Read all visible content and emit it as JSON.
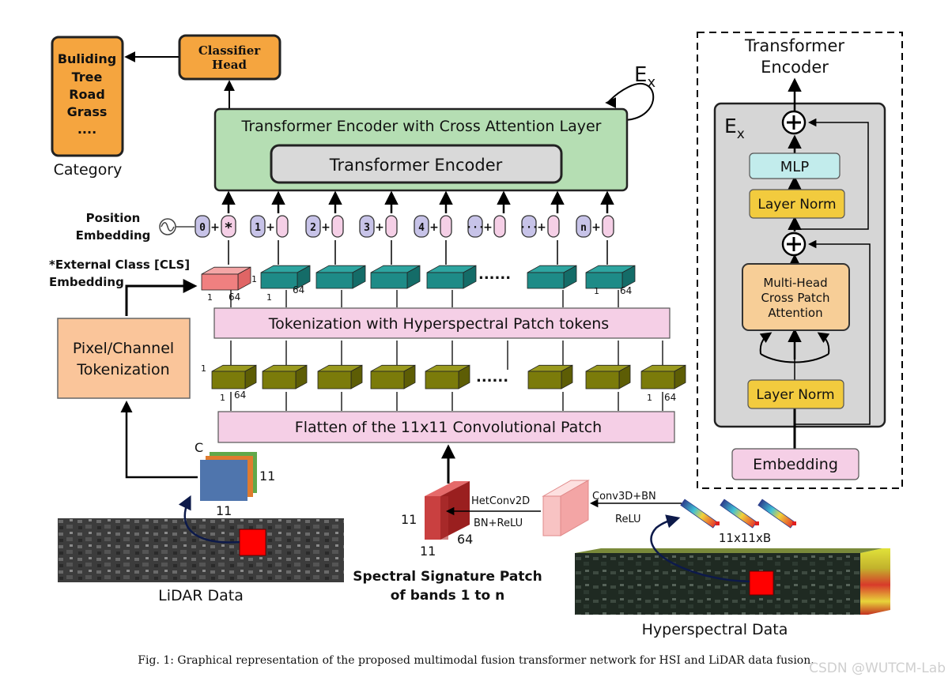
{
  "category": {
    "classes": [
      "Buliding",
      "Tree",
      "Road",
      "Grass",
      "...."
    ],
    "label": "Category"
  },
  "classifier_head": [
    "Classifier",
    "Head"
  ],
  "ex_loop_label": "E",
  "ex_loop_sub": "x",
  "encoder_block": {
    "title": "Transformer Encoder with Cross Attention Layer",
    "inner": "Transformer Encoder"
  },
  "position_embedding": {
    "label_line1": "Position",
    "label_line2": "Embedding",
    "tokens": [
      "0",
      "1",
      "2",
      "3",
      "4",
      "...",
      "...",
      "n"
    ],
    "cls_marker": "*"
  },
  "cls_embedding": {
    "line1": "*External Class [CLS]",
    "line2": "Embedding"
  },
  "pixel_tokenization": [
    "Pixel/Channel",
    "Tokenization"
  ],
  "tokenization_bar": "Tokenization with Hyperspectral Patch tokens",
  "flatten_bar": "Flatten of the 11x11 Convolutional Patch",
  "dims": {
    "one": "1",
    "sixty_four": "64",
    "eleven": "11",
    "c": "C",
    "ellipsis": "......"
  },
  "lidar": {
    "label": "LiDAR Data"
  },
  "hsi": {
    "label": "Hyperspectral Data"
  },
  "spectral_patch": [
    "Spectral Signature Patch",
    "of bands 1 to n"
  ],
  "hetconv": {
    "top": "HetConv2D",
    "bottom": "BN+ReLU"
  },
  "conv3d": {
    "top": "Conv3D+BN",
    "bottom": "ReLU"
  },
  "cube_dims": "11x11xB",
  "right_panel": {
    "title_line1": "Transformer",
    "title_line2": "Encoder",
    "ex": "E",
    "ex_sub": "x",
    "mlp": "MLP",
    "layer_norm_top": "Layer Norm",
    "mhca": [
      "Multi-Head",
      "Cross Patch",
      "Attention"
    ],
    "layer_norm_bottom": "Layer Norm",
    "embedding": "Embedding"
  },
  "caption": "Fig. 1: Graphical representation of the proposed multimodal fusion transformer network for HSI and LiDAR data fusion.",
  "watermark": "CSDN @WUTCM-Lab",
  "colors": {
    "orange": "#f5a53f",
    "green_block": "#b5deb3",
    "pink": "#f5cfe6",
    "peach": "#fac59a",
    "teal": "#1e8b87",
    "olive": "#7b7b0a",
    "cls_red": "#f08080",
    "panel_gray": "#d6d6d6",
    "mlp_cyan": "#c2ecec",
    "norm_yellow": "#f2cb3e",
    "mhca_tan": "#f7ce97"
  }
}
